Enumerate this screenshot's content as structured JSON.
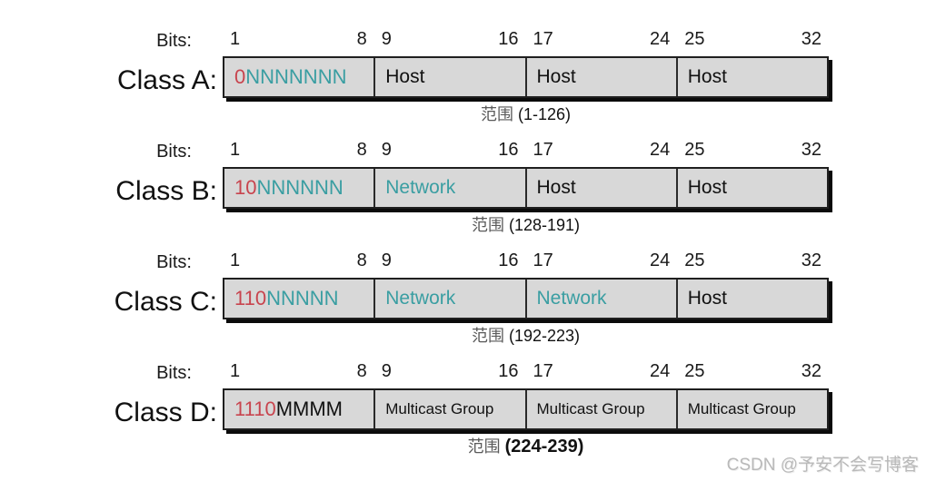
{
  "colors": {
    "background": "#ffffff",
    "box_fill": "#d8d8d8",
    "box_border": "#1f1f1f",
    "bit_prefix_red": "#c8444e",
    "network_teal": "#3a9ea2",
    "text": "#111111",
    "watermark_gray": "#b9b9b9"
  },
  "bits_caption": "Bits:",
  "ruler": {
    "segments": [
      {
        "start": "1",
        "end": "8"
      },
      {
        "start": "9",
        "end": "16"
      },
      {
        "start": "17",
        "end": "24"
      },
      {
        "start": "25",
        "end": "32"
      }
    ]
  },
  "rows": [
    {
      "label": "Class A:",
      "bit_prefix": "0",
      "bit_rest": "NNNNNNN",
      "cells": [
        "Host",
        "Host",
        "Host"
      ],
      "range_cjk": "范围",
      "range": "(1-126)"
    },
    {
      "label": "Class B:",
      "bit_prefix": "10",
      "bit_rest": "NNNNNN",
      "cells": [
        "Network",
        "Host",
        "Host"
      ],
      "range_cjk": "范围",
      "range": "(128-191)"
    },
    {
      "label": "Class C:",
      "bit_prefix": "110",
      "bit_rest": "NNNNN",
      "cells": [
        "Network",
        "Network",
        "Host"
      ],
      "range_cjk": "范围",
      "range": "(192-223)"
    },
    {
      "label": "Class D:",
      "bit_prefix": "1110",
      "bit_rest": "MMMM",
      "cells": [
        "Multicast Group",
        "Multicast Group",
        "Multicast Group"
      ],
      "range_cjk": "范围",
      "range": "(224-239)"
    }
  ],
  "watermark": "CSDN @予安不会写博客"
}
